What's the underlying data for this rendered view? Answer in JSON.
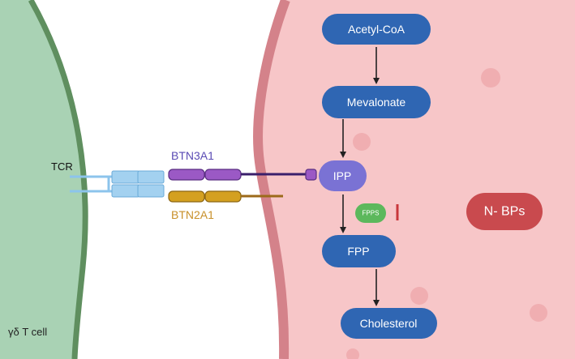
{
  "labels": {
    "tcr": "TCR",
    "btn3a1": "BTN3A1",
    "btn2a1": "BTN2A1",
    "cell": "γδ T cell"
  },
  "nodes": {
    "acetyl_coa": "Acetyl-CoA",
    "mevalonate": "Mevalonate",
    "ipp": "IPP",
    "fpps": "FPPS",
    "fpp": "FPP",
    "cholesterol": "Cholesterol",
    "nbps": "N- BPs"
  },
  "colors": {
    "t_cell_fill": "#a9d2b4",
    "t_cell_border": "#5f8f5f",
    "target_cell_fill": "#f7c6c8",
    "target_cell_border": "#d4828a",
    "node_blue": "#2f66b3",
    "ipp_purple": "#7a72d4",
    "fpps_green": "#5cb85c",
    "nbps_red": "#c94a4e",
    "inhibit_red": "#c8373c",
    "btn3a1_purple": "#9b59c5",
    "btn3a1_line": "#3a1f6b",
    "btn2a1_gold": "#d4a020",
    "btn2a1_line": "#9c6a1a",
    "tcr_blue": "#8cc4ec",
    "btn3a1_text": "#5a4bb4",
    "btn2a1_text": "#c8902a"
  }
}
